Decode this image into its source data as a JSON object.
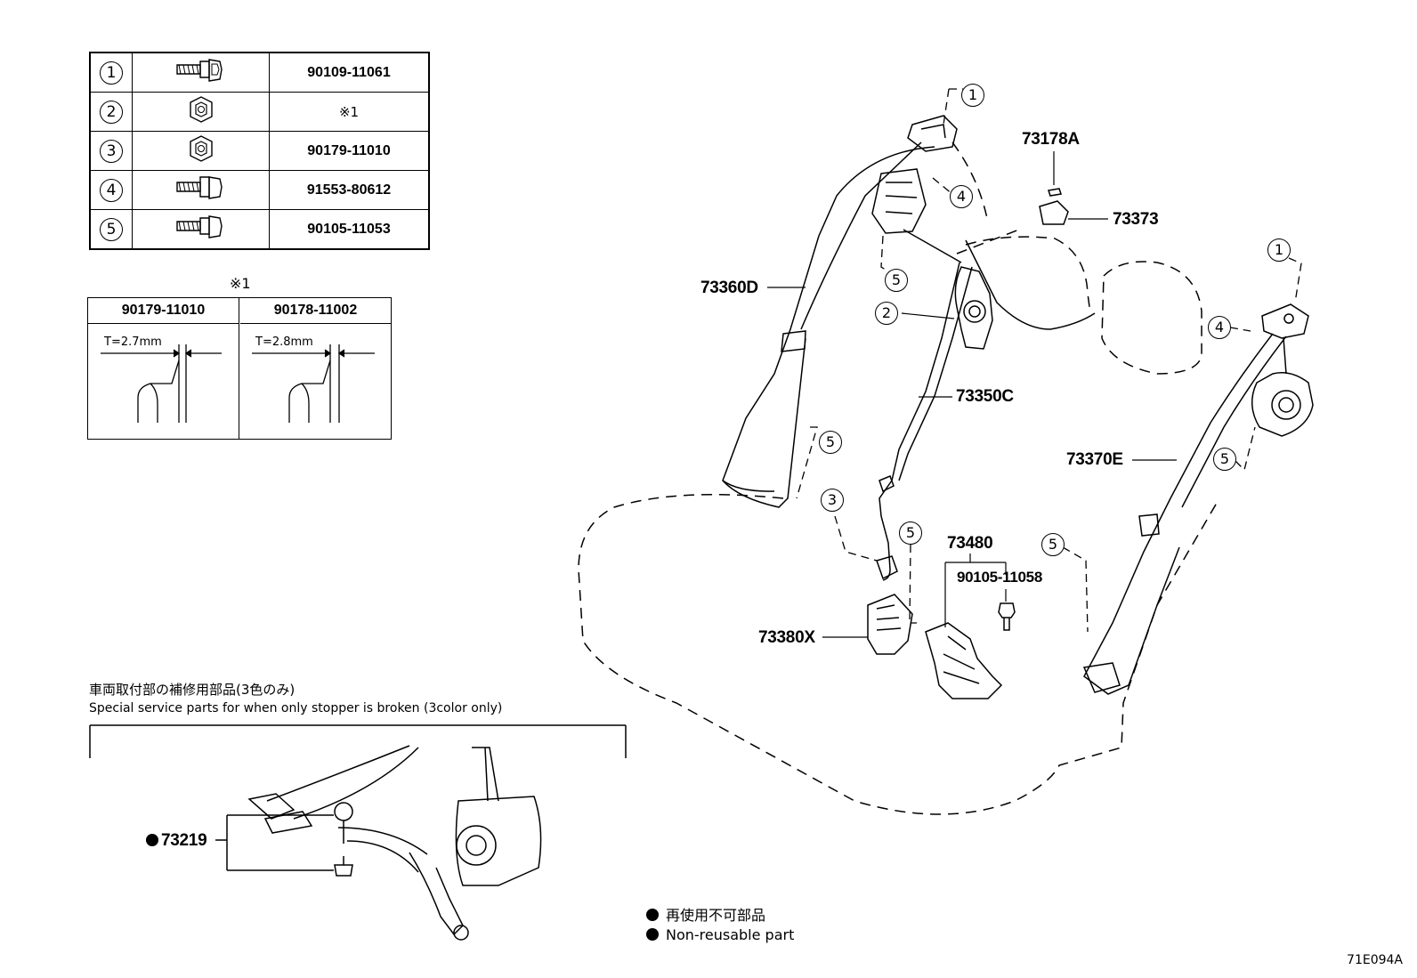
{
  "fastener_table": {
    "rows": [
      {
        "num": "1",
        "part": "90109-11061",
        "icon": "bolt-icon"
      },
      {
        "num": "2",
        "part": "※1",
        "icon": "nut-icon"
      },
      {
        "num": "3",
        "part": "90179-11010",
        "icon": "nut-icon"
      },
      {
        "num": "4",
        "part": "91553-80612",
        "icon": "bolt-icon"
      },
      {
        "num": "5",
        "part": "90105-11053",
        "icon": "bolt-icon"
      }
    ]
  },
  "note1": {
    "mark": "※1",
    "left_part": "90179-11010",
    "left_thickness": "T=2.7mm",
    "right_part": "90178-11002",
    "right_thickness": "T=2.8mm"
  },
  "callouts": {
    "c1": "1",
    "c2": "2",
    "c3": "3",
    "c4": "4",
    "c5": "5"
  },
  "parts": {
    "p73178A": "73178A",
    "p73373": "73373",
    "p73360D": "73360D",
    "p73350C": "73350C",
    "p73370E": "73370E",
    "p73480": "73480",
    "p90105": "90105-11058",
    "p73380X": "73380X",
    "p73219": "73219"
  },
  "service": {
    "title_jp": "車両取付部の補修用部品(3色のみ)",
    "title_en": "Special service parts for when only stopper is broken (3color only)"
  },
  "legend": {
    "jp": "再使用不可部品",
    "en": "Non-reusable part"
  },
  "diagram_code": "71E094A",
  "colors": {
    "ink": "#000000",
    "paper": "#ffffff"
  }
}
